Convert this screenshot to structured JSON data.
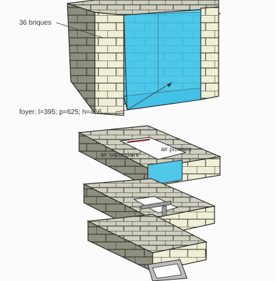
{
  "annotations": {
    "bricks": "36 briques",
    "hearth": "foyer: l=395; p=625; h=456",
    "secondary_air": "air secondaire",
    "primary_air": "air primaire"
  },
  "colors": {
    "brick_face": "#f0efd6",
    "brick_side": "#8e8f7e",
    "brick_top": "#cfcfbf",
    "glass": "#4fc8ea",
    "glass_dark": "#2aa7d4",
    "outline": "#2b2b2b",
    "metal": "#9a9a9a"
  }
}
